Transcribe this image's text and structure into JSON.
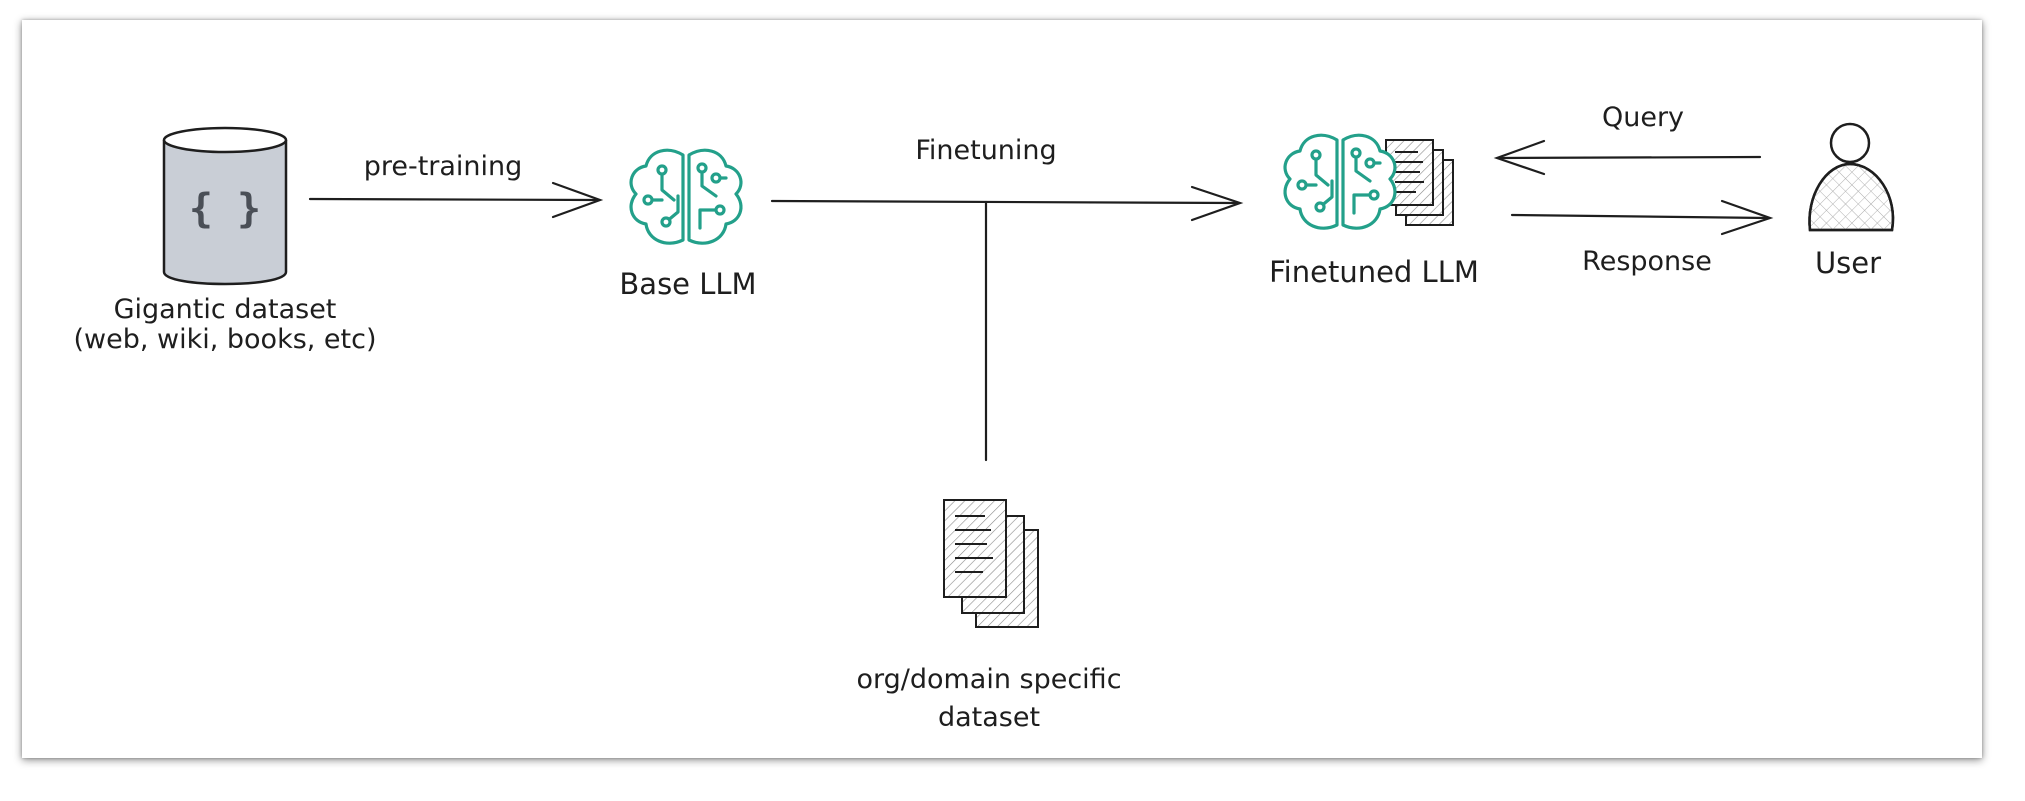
{
  "diagram": {
    "nodes": {
      "gigantic_dataset": {
        "label_line1": "Gigantic dataset",
        "label_line2": "(web, wiki, books, etc)",
        "icon": "database-icon",
        "glyph": "{ }"
      },
      "base_llm": {
        "label": "Base LLM",
        "icon": "brain-circuit-icon"
      },
      "finetuned_llm": {
        "label": "Finetuned LLM",
        "icon": "brain-circuit-with-documents-icon"
      },
      "user": {
        "label": "User",
        "icon": "user-icon"
      },
      "domain_dataset": {
        "label_line1": "org/domain specific",
        "label_line2": "dataset",
        "icon": "documents-stack-icon"
      }
    },
    "edges": {
      "pretraining": "pre-training",
      "finetuning": "Finetuning",
      "query": "Query",
      "response": "Response"
    },
    "colors": {
      "ink": "#1e1e1e",
      "teal": "#23a08a",
      "cylinder_fill": "#c9ced6"
    }
  }
}
